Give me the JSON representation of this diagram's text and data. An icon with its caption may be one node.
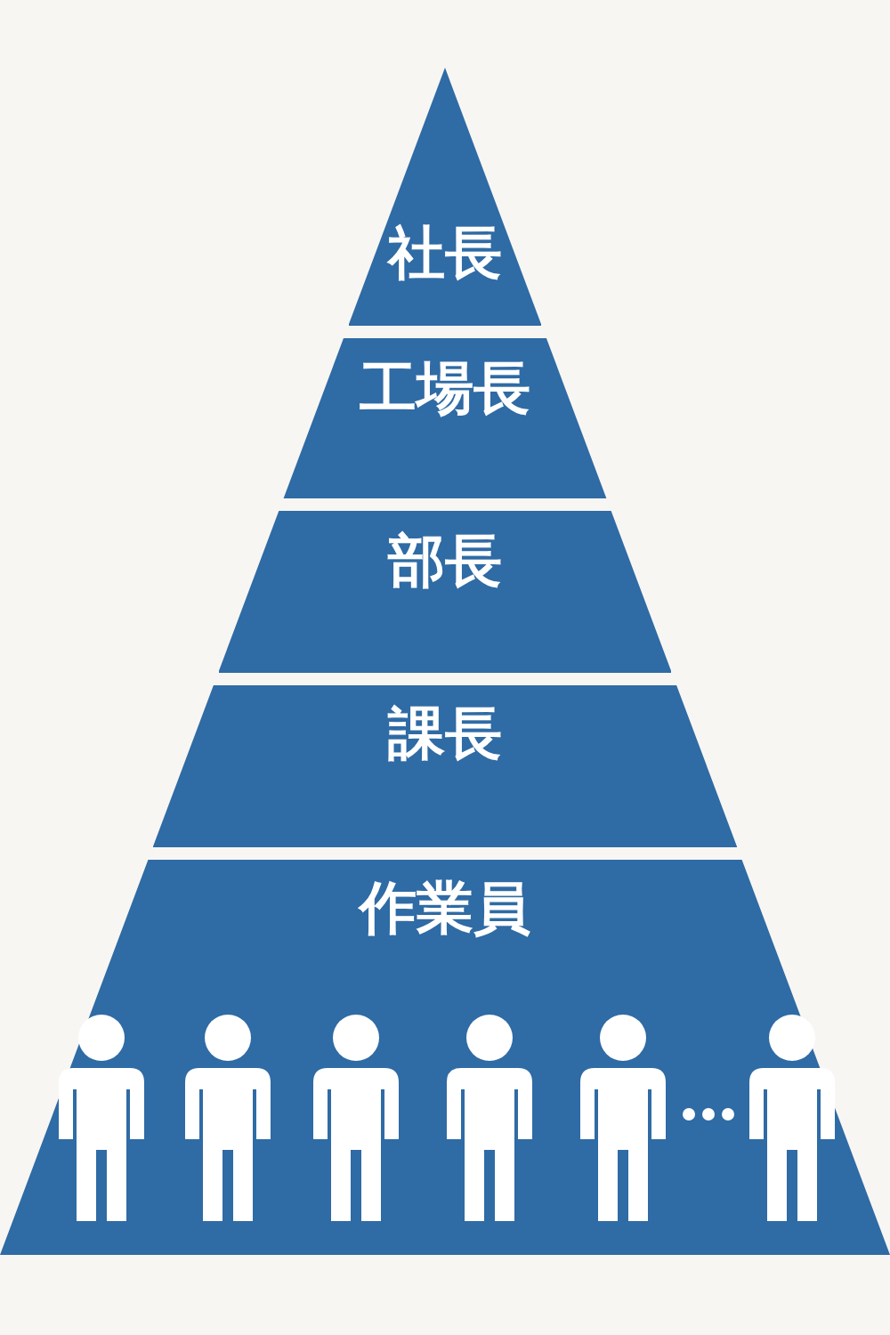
{
  "diagram": {
    "nodes": [
      {
        "text": [
          "社長"
        ]
      },
      {
        "text": [
          "工場長"
        ]
      },
      {
        "text": [
          "部長"
        ]
      },
      {
        "text": [
          "課長"
        ]
      },
      {
        "text": [
          "作業員"
        ]
      }
    ]
  }
}
